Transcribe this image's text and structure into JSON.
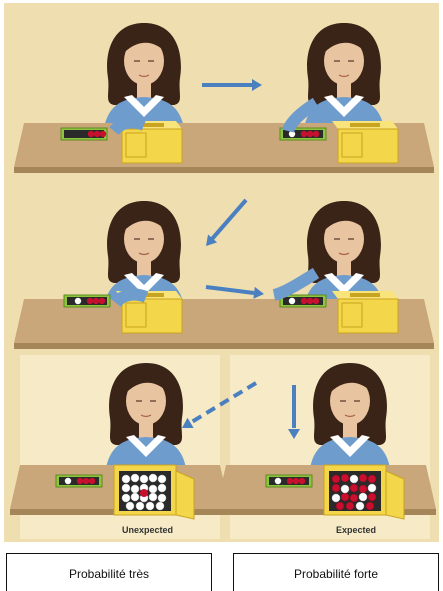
{
  "figure": {
    "labels": {
      "unexpected": "Unexpected",
      "expected": "Expected"
    },
    "colors": {
      "background": "#efdfb0",
      "bottom_panel": "#f6ebc6",
      "table": "#c9a77a",
      "table_dark": "#a48658",
      "skin": "#e9c4a0",
      "hair": "#3a2417",
      "blouse": "#6e9ccd",
      "collar": "#ffffff",
      "box": "#f4d64a",
      "box_dark": "#d9b42c",
      "tray": "#8ec53f",
      "ball_red": "#c8102e",
      "ball_white": "#ffffff",
      "arrow": "#4a7fc0"
    }
  },
  "captions": {
    "left": "Probabilité très",
    "right": "Probabilité forte"
  }
}
